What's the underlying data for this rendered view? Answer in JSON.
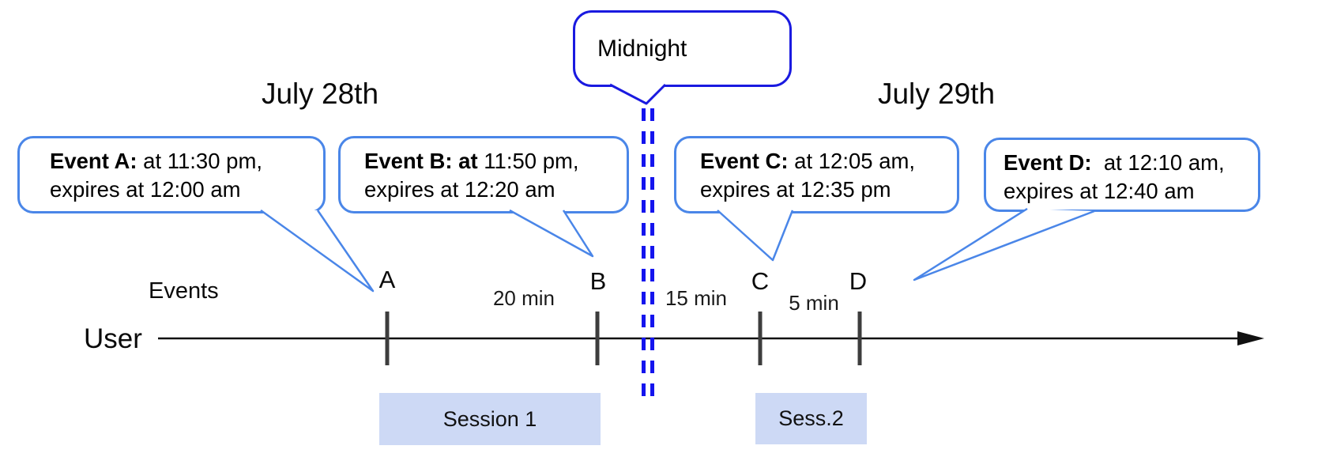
{
  "title_dates": {
    "july28": "July 28th",
    "july29": "July 29th"
  },
  "midnight_callout": {
    "label": "Midnight"
  },
  "event_callouts": [
    {
      "id": "A",
      "bold": "Event A:",
      "rest": " at 11:30 pm,",
      "line2": "expires at 12:00 am"
    },
    {
      "id": "B",
      "bold": "Event B: at",
      "rest": " 11:50 pm,",
      "line2": "expires at 12:20 am"
    },
    {
      "id": "C",
      "bold": "Event C:",
      "rest": " at 12:05 am,",
      "line2": "expires at 12:35 pm"
    },
    {
      "id": "D",
      "bold": "Event D:",
      "rest": "  at 12:10 am,",
      "line2": "expires at 12:40 am"
    }
  ],
  "timeline": {
    "row_label": "User",
    "events_label": "Events",
    "tick_labels": [
      "A",
      "B",
      "C",
      "D"
    ],
    "interval_labels": [
      "20 min",
      "15 min",
      "5 min"
    ]
  },
  "sessions": [
    {
      "label": "Session 1"
    },
    {
      "label": "Sess.2"
    }
  ],
  "colors": {
    "event_callout_border": "#4a86e8",
    "midnight_blue": "#1a1ae0",
    "midnight_dash": "#1414ee",
    "session_fill": "#cdd9f5",
    "tick_gray": "#3d3d3d",
    "timeline_black": "#111111"
  }
}
